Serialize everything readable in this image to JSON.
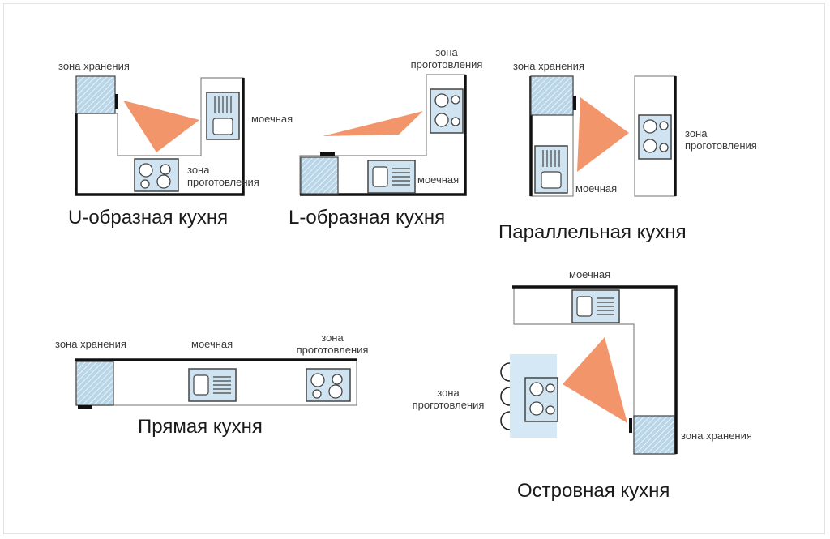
{
  "colors": {
    "triangle": "#f2956a",
    "appliance_fill": "#cfe3f1",
    "storage_hatch": "#b8d6e8",
    "island_fill": "#d5e8f5",
    "wall": "#111111"
  },
  "layouts": {
    "u": {
      "title": "U-образная кухня",
      "storage_label": "зона хранения",
      "sink_label": "моечная",
      "cooking_label": [
        "зона",
        "проготовления"
      ]
    },
    "l": {
      "title": "L-образная кухня",
      "cooking_label": [
        "зона",
        "проготовления"
      ],
      "sink_label": "моечная"
    },
    "parallel": {
      "title": "Параллельная кухня",
      "storage_label": "зона хранения",
      "sink_label": "моечная",
      "cooking_label": [
        "зона",
        "проготовления"
      ]
    },
    "straight": {
      "title": "Прямая кухня",
      "storage_label": "зона хранения",
      "sink_label": "моечная",
      "cooking_label": [
        "зона",
        "проготовления"
      ]
    },
    "island": {
      "title": "Островная кухня",
      "sink_label": "моечная",
      "cooking_label": [
        "зона",
        "проготовления"
      ],
      "storage_label": "зона хранения"
    }
  }
}
